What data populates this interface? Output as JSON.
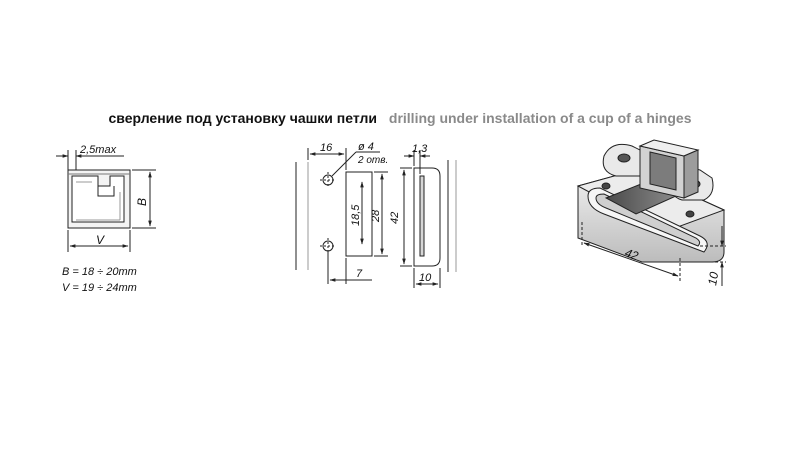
{
  "title": {
    "ru": "сверление под установку чашки петли",
    "en": "drilling under installation of a cup of a hinges"
  },
  "profile": {
    "dim_top": "2,5max",
    "dim_height": "B",
    "dim_width": "V",
    "formula_b": "B = 18 ÷ 20mm",
    "formula_v": "V = 19 ÷ 24mm"
  },
  "drilling": {
    "dim_16": "16",
    "dim_hole": "ø 4",
    "dim_holes_count": "2 отв.",
    "dim_18_5": "18,5",
    "dim_28": "28",
    "dim_7": "7",
    "dim_42": "42",
    "dim_1_3": "1,3",
    "dim_10": "10"
  },
  "cup": {
    "dim_42": "42",
    "dim_10": "10"
  },
  "colors": {
    "line": "#222222",
    "fill_light": "#e6e6e6",
    "fill_mid": "#bdbdbd",
    "fill_dark": "#6e6e6e",
    "title_en": "#8a8a8a"
  }
}
